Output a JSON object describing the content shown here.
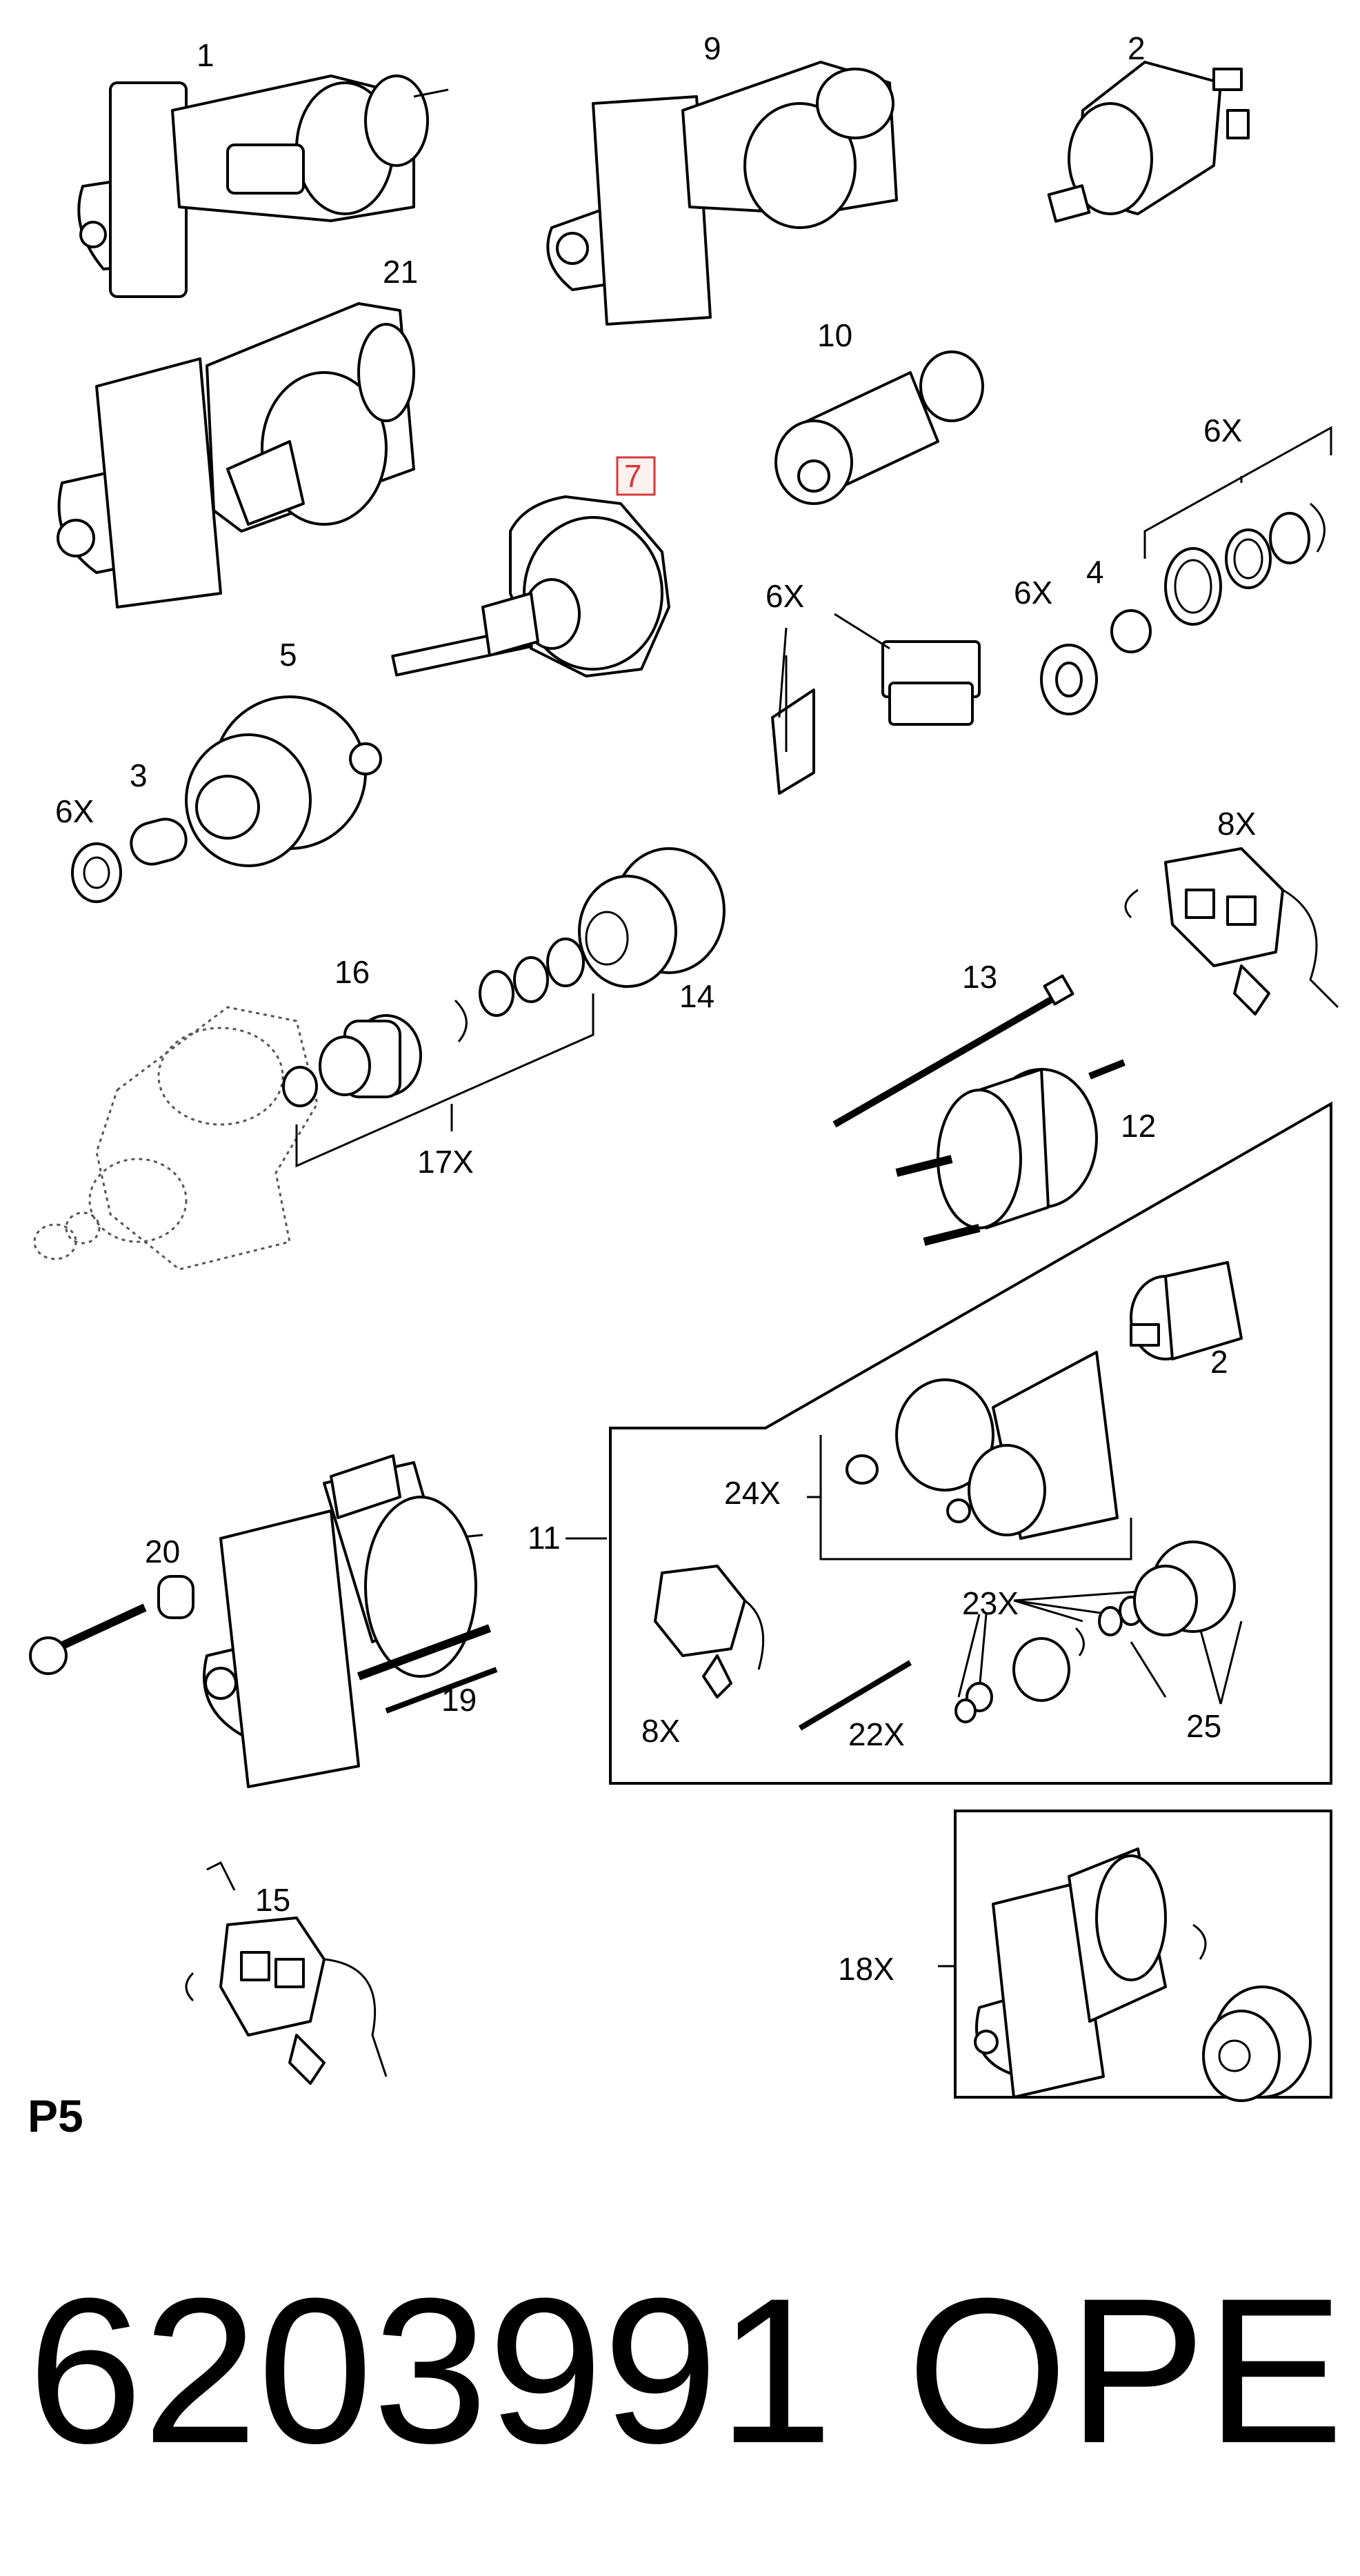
{
  "page_label": "P5",
  "part_number": "6203991",
  "brand": "OPEL",
  "highlighted_callout": "7",
  "callouts": {
    "c1": "1",
    "c9": "9",
    "c2a": "2",
    "c21": "21",
    "c10": "10",
    "c6x_top": "6X",
    "c7": "7",
    "c6x_mid_left": "6X",
    "c6x_mid_right": "6X",
    "c4": "4",
    "c5": "5",
    "c3": "3",
    "c6x_low": "6X",
    "c8x_top": "8X",
    "c16": "16",
    "c14": "14",
    "c13": "13",
    "c17x": "17X",
    "c12": "12",
    "c2b": "2",
    "c24x": "24X",
    "c20": "20",
    "c11": "11",
    "c23x": "23X",
    "c19": "19",
    "c8x_low": "8X",
    "c22x": "22X",
    "c25": "25",
    "c15": "15",
    "c18x": "18X"
  }
}
